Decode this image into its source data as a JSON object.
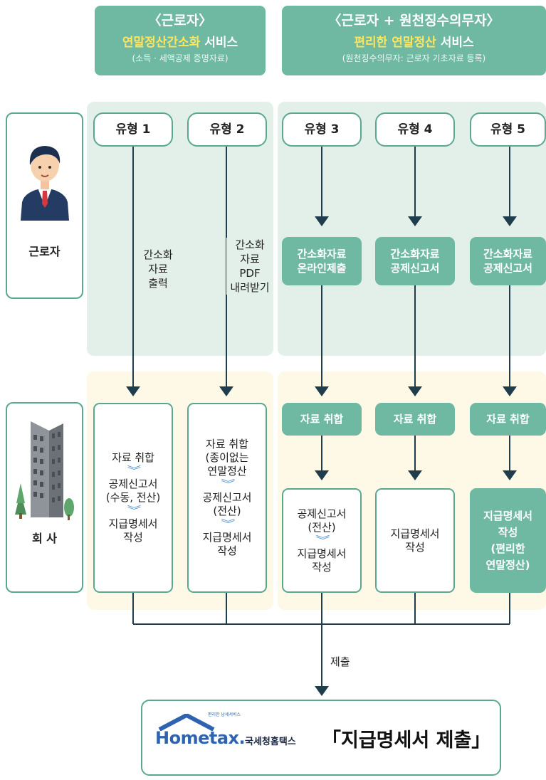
{
  "header_left": {
    "line1": "〈근로자〉",
    "line2_highlight": "연말정산간소화",
    "line2_rest": " 서비스",
    "line3": "(소득 · 세액공제 증명자료)"
  },
  "header_right": {
    "line1": "〈근로자 + 원천징수의무자〉",
    "line2_highlight": "편리한 연말정산",
    "line2_rest": " 서비스",
    "line3": "(원천징수의무자: 근로자 기초자료 등록)"
  },
  "side": {
    "worker": "근로자",
    "company": "회 사"
  },
  "types": [
    "유형 1",
    "유형 2",
    "유형 3",
    "유형 4",
    "유형 5"
  ],
  "flow_labels": {
    "type1": [
      "간소화",
      "자료",
      "출력"
    ],
    "type2": [
      "간소화",
      "자료",
      "PDF",
      "내려받기"
    ]
  },
  "green_steps": {
    "type3": [
      "간소화자료",
      "온라인제출"
    ],
    "type4": [
      "간소화자료",
      "공제신고서"
    ],
    "type5": [
      "간소화자료",
      "공제신고서"
    ]
  },
  "collect_label": "자료 취합",
  "company_boxes": {
    "type1": {
      "a": "자료 취합",
      "b1": "공제신고서",
      "b2": "(수동, 전산)",
      "c1": "지급명세서",
      "c2": "작성"
    },
    "type2": {
      "a1": "자료 취합",
      "a2": "(종이없는",
      "a3": "연말정산",
      "b1": "공제신고서",
      "b2": "(전산)",
      "c1": "지급명세서",
      "c2": "작성"
    },
    "type3": {
      "b1": "공제신고서",
      "b2": "(전산)",
      "c1": "지급명세서",
      "c2": "작성"
    },
    "type4": {
      "c1": "지급명세서",
      "c2": "작성"
    },
    "type5": {
      "l1": "지급명세서",
      "l2": "작성",
      "l3": "(편리한",
      "l4": "연말정산)"
    }
  },
  "submit_label": "제출",
  "final": {
    "brand_tiny": "편리한 납세서비스",
    "brand": "Hometax.",
    "brand_kr": "국세청홈택스",
    "title": "「지급명세서 제출」"
  },
  "colors": {
    "green": "#6fb9a2",
    "arrow": "#1f3d4d",
    "highlight": "#ffe55c",
    "chevron": "#4e8fd4"
  }
}
